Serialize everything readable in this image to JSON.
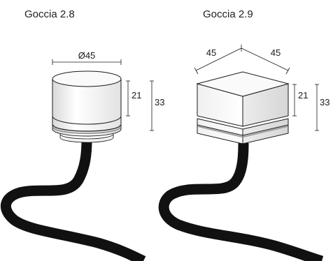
{
  "products": [
    {
      "name": "Goccia 2.8",
      "shape": "cylinder",
      "dimensions": {
        "diameter": "Ø45",
        "body_height": "21",
        "total_height": "33"
      }
    },
    {
      "name": "Goccia 2.9",
      "shape": "cube",
      "dimensions": {
        "width": "45",
        "depth": "45",
        "body_height": "21",
        "total_height": "33"
      }
    }
  ],
  "colors": {
    "line": "#1a1a1a",
    "body_fill": "#ffffff",
    "cable": "#111111",
    "shadow": "#cfcfcf"
  }
}
